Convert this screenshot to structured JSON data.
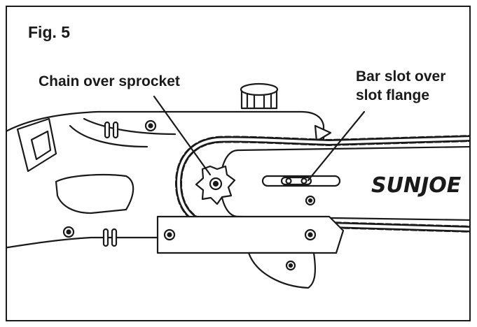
{
  "figure": {
    "title": "Fig. 5",
    "callouts": {
      "sprocket": "Chain over sprocket",
      "bar_slot_line1": "Bar slot over",
      "bar_slot_line2": "slot flange"
    },
    "bar_brand": "SUNJOE"
  },
  "colors": {
    "line": "#1a1a1a",
    "fill": "#ffffff"
  }
}
